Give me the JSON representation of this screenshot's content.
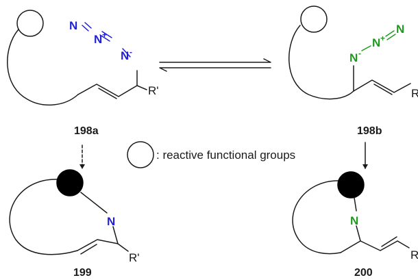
{
  "colors": {
    "blue_azide": "#1f1fd6",
    "green_azide": "#1f9a1f",
    "bond": "#1a1a1a"
  },
  "compounds": {
    "c198a": {
      "label": "198a",
      "atoms": [
        "N",
        "N",
        "+",
        "N",
        "-"
      ],
      "substituent": "R'"
    },
    "c198b": {
      "label": "198b",
      "atoms": [
        "N",
        "-",
        "N",
        "+",
        "N"
      ],
      "substituent": "R'"
    },
    "c199": {
      "label": "199",
      "atom": "N",
      "substituent": "R'"
    },
    "c200": {
      "label": "200",
      "atom": "N",
      "substituent": "R'"
    }
  },
  "legend": {
    "text": ": reactive functional groups"
  }
}
